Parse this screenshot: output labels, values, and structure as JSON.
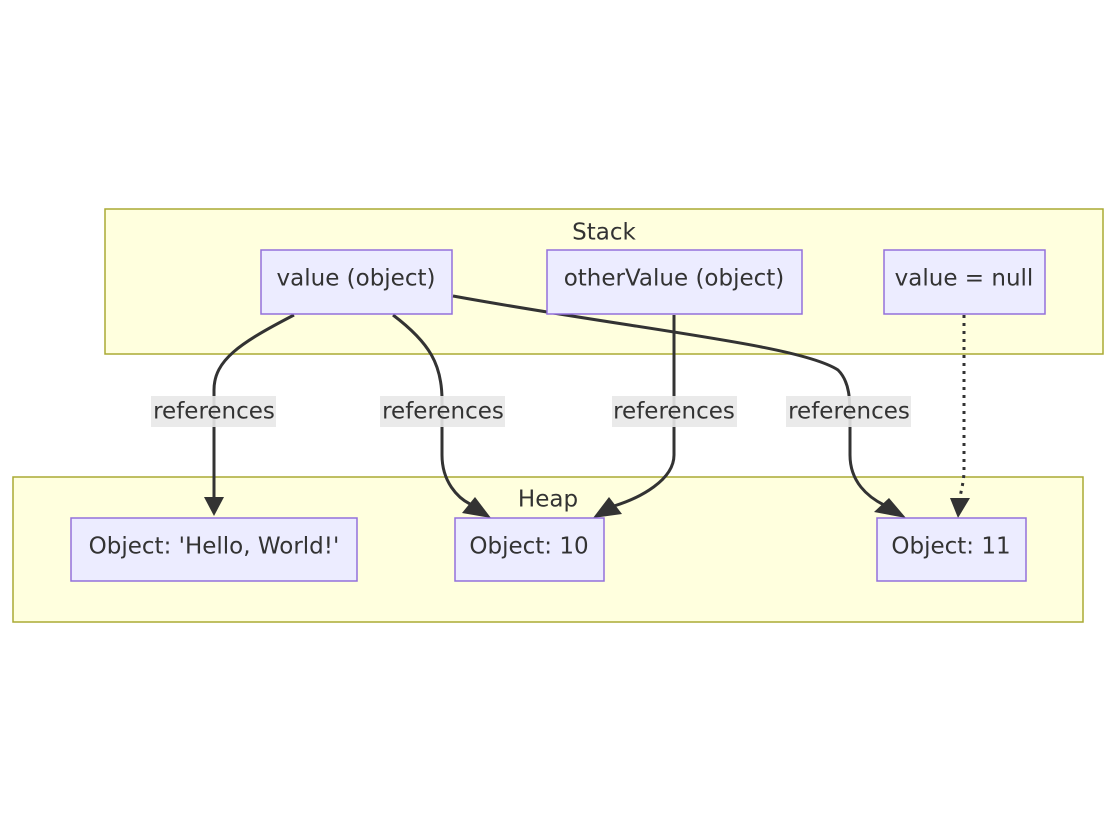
{
  "clusters": {
    "stack": {
      "label": "Stack"
    },
    "heap": {
      "label": "Heap"
    }
  },
  "nodes": {
    "value_object": {
      "label": "value (object)"
    },
    "other_value_object": {
      "label": "otherValue (object)"
    },
    "value_null": {
      "label": "value = null"
    },
    "hello_world": {
      "label": "Object: 'Hello, World!'"
    },
    "object_10": {
      "label": "Object: 10"
    },
    "object_11": {
      "label": "Object: 11"
    }
  },
  "edges": [
    {
      "from": "value (object)",
      "to": "Object: 'Hello, World!'",
      "label": "references",
      "style": "solid"
    },
    {
      "from": "value (object)",
      "to": "Object: 10",
      "label": "references",
      "style": "solid"
    },
    {
      "from": "otherValue (object)",
      "to": "Object: 10",
      "label": "references",
      "style": "solid"
    },
    {
      "from": "value (object)",
      "to": "Object: 11",
      "label": "references",
      "style": "solid"
    },
    {
      "from": "value = null",
      "to": "Object: 11",
      "label": "",
      "style": "dotted"
    }
  ],
  "colors": {
    "cluster_fill": "#ffffde",
    "cluster_border": "#aaaa33",
    "node_fill": "#ececff",
    "node_border": "#9370db",
    "edge": "#333333",
    "edge_label_bg": "#e8e8e8",
    "text": "#333333"
  }
}
